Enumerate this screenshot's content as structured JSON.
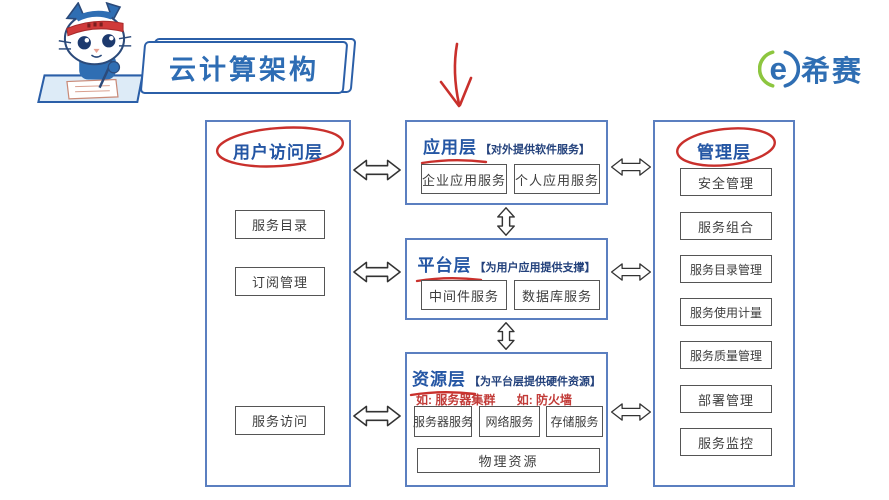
{
  "header": {
    "title": "云计算架构",
    "brand": "希赛"
  },
  "user_access_layer": {
    "title": "用户访问层",
    "items": [
      "服务目录",
      "订阅管理",
      "服务访问"
    ]
  },
  "application_layer": {
    "title": "应用层",
    "subtitle": "【对外提供软件服务】",
    "items": [
      "企业应用服务",
      "个人应用服务"
    ]
  },
  "platform_layer": {
    "title": "平台层",
    "subtitle": "【为用户应用提供支撑】",
    "items": [
      "中间件服务",
      "数据库服务"
    ]
  },
  "resource_layer": {
    "title": "资源层",
    "subtitle": "【为平台层提供硬件资源】",
    "note_1": "如: 服务器集群",
    "note_2": "如: 防火墙",
    "items": [
      "服务器服务",
      "网络服务",
      "存储服务"
    ],
    "physical": "物理资源"
  },
  "management_layer": {
    "title": "管理层",
    "items": [
      "安全管理",
      "服务组合",
      "服务目录管理",
      "服务使用计量",
      "服务质量管理",
      "部署管理",
      "服务监控"
    ]
  },
  "colors": {
    "outline_blue": "#5b7fc0",
    "banner_blue": "#2b5fa8",
    "title_blue": "#2e6db4",
    "layer_title_blue": "#2456a4",
    "subtitle_navy": "#24427c",
    "annotation_red": "#c9302c",
    "note_red": "#c23b38",
    "box_border_gray": "#555555",
    "brand_green": "#8dc63f",
    "mascot_blue": "#2f6eb3"
  }
}
